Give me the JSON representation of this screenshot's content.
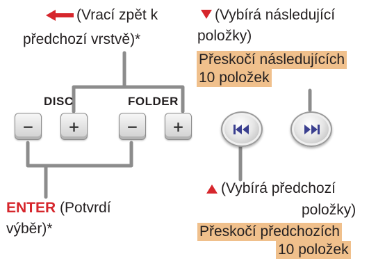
{
  "back_annotation": {
    "line1": "(Vrací zpět k",
    "line2": "předchozí vrstvě)*"
  },
  "next_annotation": {
    "line1": "(Vybírá následující",
    "line2": "položky)",
    "hl1": "Přeskočí následujících",
    "hl2": "10 položek"
  },
  "labels": {
    "disc": "DISC",
    "folder": "FOLDER"
  },
  "keys": {
    "minus": "−",
    "plus": "+"
  },
  "enter_annotation": {
    "enter": "ENTER",
    "rest1": " (Potvrdí",
    "line2": "výběr)*"
  },
  "prev_annotation": {
    "line1": "(Vybírá předchozí",
    "line2": "položky)",
    "hl1": "Přeskočí předchozích",
    "hl2": "10 položek"
  },
  "colors": {
    "accent_red": "#d6262c",
    "highlight": "#f0c08c",
    "line_gray": "#8c8c8c",
    "button_blue": "#3a3f8f"
  },
  "icons": {
    "back": "back-arrow-icon",
    "down": "triangle-down-icon",
    "up": "triangle-up-icon",
    "rewind": "skip-back-icon",
    "forward": "skip-forward-icon"
  }
}
